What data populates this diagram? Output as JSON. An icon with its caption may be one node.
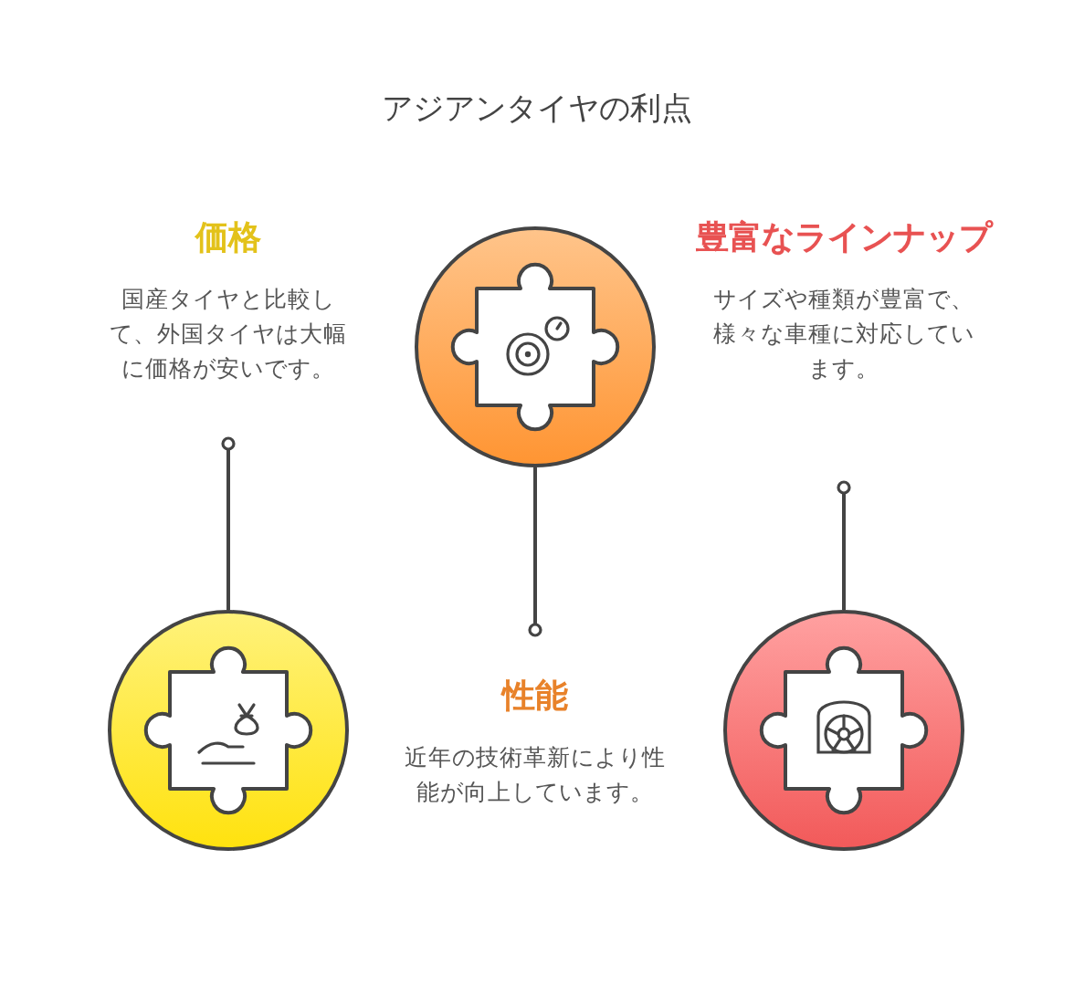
{
  "diagram": {
    "title": "アジアンタイヤの利点",
    "nodes": [
      {
        "text": [
          "価格",
          "国産タイヤと比較して、外国タイヤは大幅に価格が安いです。"
        ]
      },
      {
        "text": [],
        "shape": "circle"
      },
      {
        "text": [
          "豊富なラインナップ",
          "サイズや種類が豊富で、様々な車種に対応しています。"
        ]
      },
      {
        "text": [],
        "shape": "circle"
      },
      {
        "text": [
          "性能",
          "近年の技術革新により性能が向上しています。"
        ]
      },
      {
        "text": [],
        "shape": "circle"
      }
    ],
    "edges": [
      {
        "from": 0,
        "to": 3,
        "arrow": "other"
      },
      {
        "from": 4,
        "to": 1,
        "arrow": "other"
      },
      {
        "from": 2,
        "to": 5,
        "arrow": "other"
      }
    ]
  }
}
